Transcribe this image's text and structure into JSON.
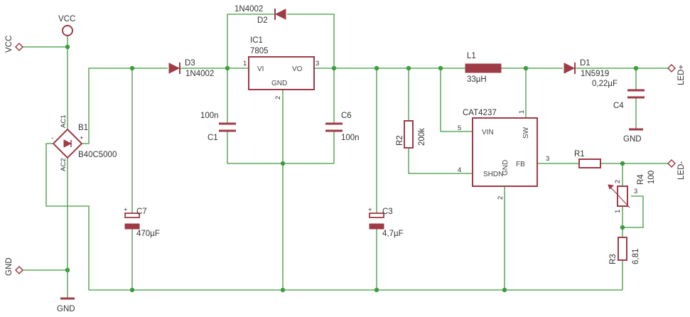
{
  "nets": {
    "vcc_left": "VCC",
    "vcc_top": "VCC",
    "gnd_left": "GND",
    "gnd_bottom": "GND",
    "gnd_c4": "GND",
    "led_plus": "LED+",
    "led_minus": "LED-"
  },
  "b1": {
    "name": "B1",
    "value": "B40C5000",
    "ac1": "AC1",
    "ac2": "AC2",
    "plus": "+",
    "minus": "-"
  },
  "d2": {
    "name": "D2",
    "value": "1N4002"
  },
  "d3": {
    "name": "D3",
    "value": "1N4002"
  },
  "d1": {
    "name": "D1",
    "value": "1N5919"
  },
  "ic1": {
    "name": "IC1",
    "value": "7805",
    "vi": "VI",
    "vo": "VO",
    "gnd": "GND",
    "p1": "1",
    "p2": "2",
    "p3": "3"
  },
  "c1": {
    "name": "C1",
    "value": "100n"
  },
  "c6": {
    "name": "C6",
    "value": "100n"
  },
  "c7": {
    "name": "C7",
    "value": "470µF"
  },
  "c3": {
    "name": "C3",
    "value": "4,7µF"
  },
  "c4": {
    "name": "C4",
    "value": "0,22µF"
  },
  "l1": {
    "name": "L1",
    "value": "33µH"
  },
  "r2": {
    "name": "R2",
    "value": "200k"
  },
  "r1": {
    "name": "R1"
  },
  "r4": {
    "name": "R4",
    "value": "100",
    "p1": "1",
    "p2": "2",
    "p3": "3"
  },
  "r3": {
    "name": "R3",
    "value": "6,81"
  },
  "u1": {
    "name": "CAT4237",
    "vin": "VIN",
    "sw": "SW",
    "fb": "FB",
    "gnd": "GND",
    "shdn": "SHDN",
    "p1": "1",
    "p2": "2",
    "p3": "3",
    "p4": "4",
    "p5": "5"
  },
  "colors": {
    "wire": "#3f9b3f",
    "part": "#9e3b46",
    "text": "#333333",
    "background": "#ffffff"
  }
}
